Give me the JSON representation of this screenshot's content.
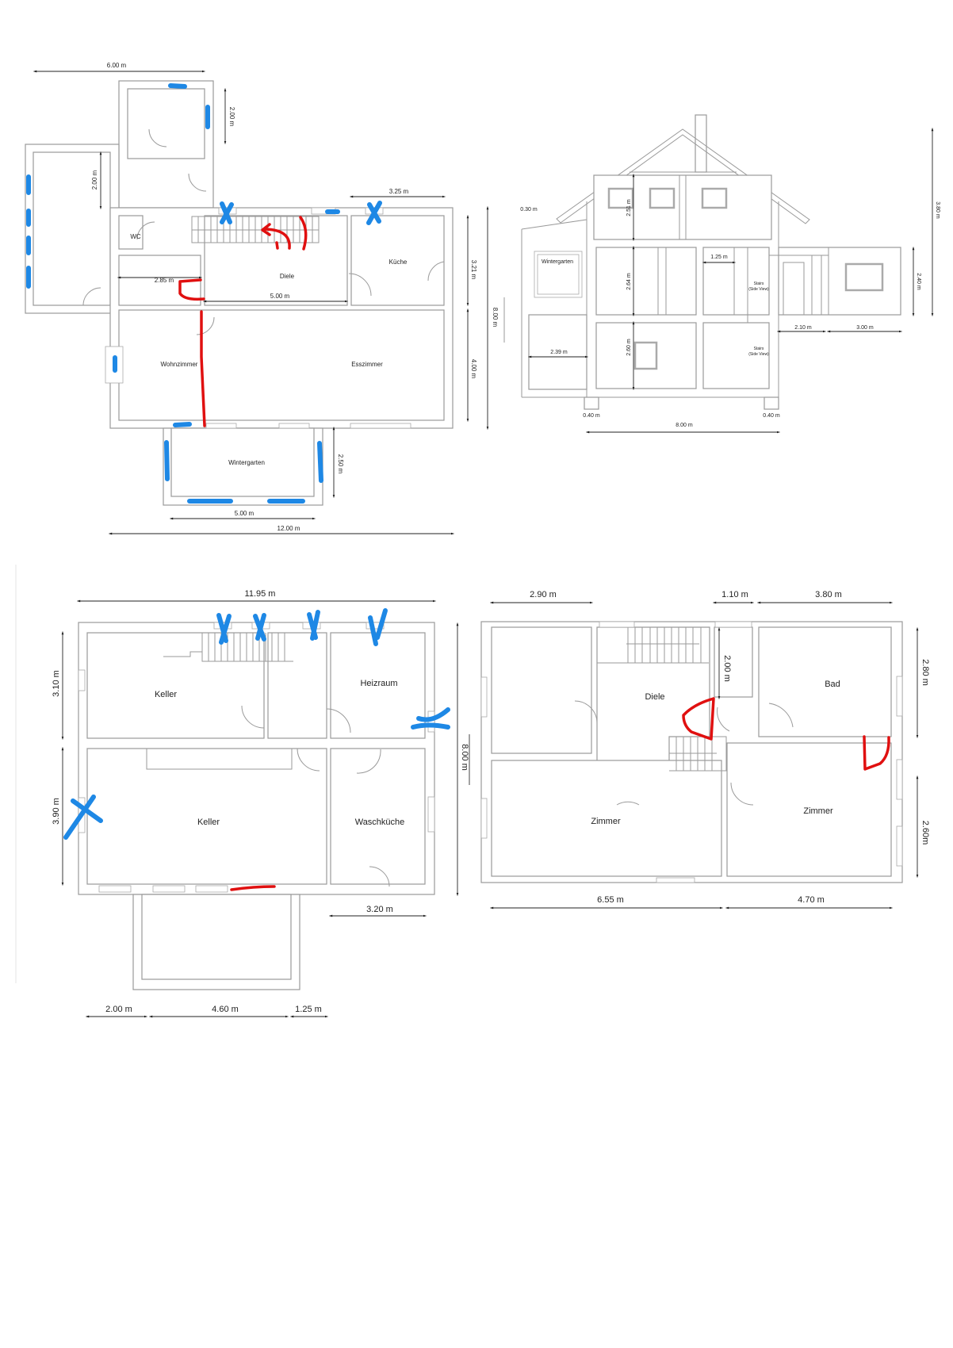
{
  "ground_floor": {
    "rooms": {
      "wc": "WC",
      "diele": "Diele",
      "kueche": "Küche",
      "wohnzimmer": "Wohnzimmer",
      "esszimmer": "Esszimmer",
      "wintergarten": "Wintergarten"
    },
    "dims": {
      "annex_width": "6.00 m",
      "top_annex_height": "2.00 m",
      "left_annex_height": "2.00 m",
      "kitchen_width": "3.25 m",
      "kitchen_depth": "3.21 m",
      "hall_width": "2.85 m",
      "diele_width": "5.00 m",
      "total_depth": "8.00 m",
      "living_depth": "4.00 m",
      "wintergarten_depth": "2.50 m",
      "wintergarten_width": "5.00 m",
      "total_width": "12.00 m"
    }
  },
  "section": {
    "labels": {
      "wintergarten": "Wintergarten",
      "stairs_upper": "Stairs",
      "stairs_upper_sub": "(Side View)",
      "stairs_lower": "Stairs",
      "stairs_lower_sub": "(Side View)"
    },
    "dims": {
      "eave": "0.30 m",
      "attic_height": "2.51 m",
      "upper_height": "2.64 m",
      "ground_height": "2.60 m",
      "door_width": "1.25 m",
      "ext_a": "2.10 m",
      "ext_b": "3.00 m",
      "ext_height": "2.40 m",
      "roof_height": "3.80 m",
      "wintergarten_width": "2.39 m",
      "footing_left": "0.40 m",
      "footing_right": "0.40 m",
      "total_width": "8.00 m"
    }
  },
  "basement": {
    "rooms": {
      "keller_top": "Keller",
      "heizraum": "Heizraum",
      "keller_bottom": "Keller",
      "waschkueche": "Waschküche"
    },
    "dims": {
      "total_width": "11.95 m",
      "top_depth": "3.10 m",
      "total_depth": "8.00 m",
      "bottom_depth": "3.90 m",
      "wash_width": "3.20 m",
      "seg_a": "2.00 m",
      "seg_b": "4.60 m",
      "seg_c": "1.25 m"
    }
  },
  "upper_floor": {
    "rooms": {
      "diele": "Diele",
      "bad": "Bad",
      "zimmer_left": "Zimmer",
      "zimmer_right": "Zimmer"
    },
    "dims": {
      "left_width": "2.90 m",
      "corridor_width": "1.10 m",
      "bad_width": "3.80 m",
      "corridor_depth": "2.00 m",
      "bad_depth": "2.80 m",
      "room_depth": "2.60m",
      "left_room_width": "6.55 m",
      "right_room_width": "4.70 m"
    }
  },
  "colors": {
    "blue_marker": "#1e88e5",
    "red_marker": "#e01010",
    "wall": "#9a9a9a"
  }
}
